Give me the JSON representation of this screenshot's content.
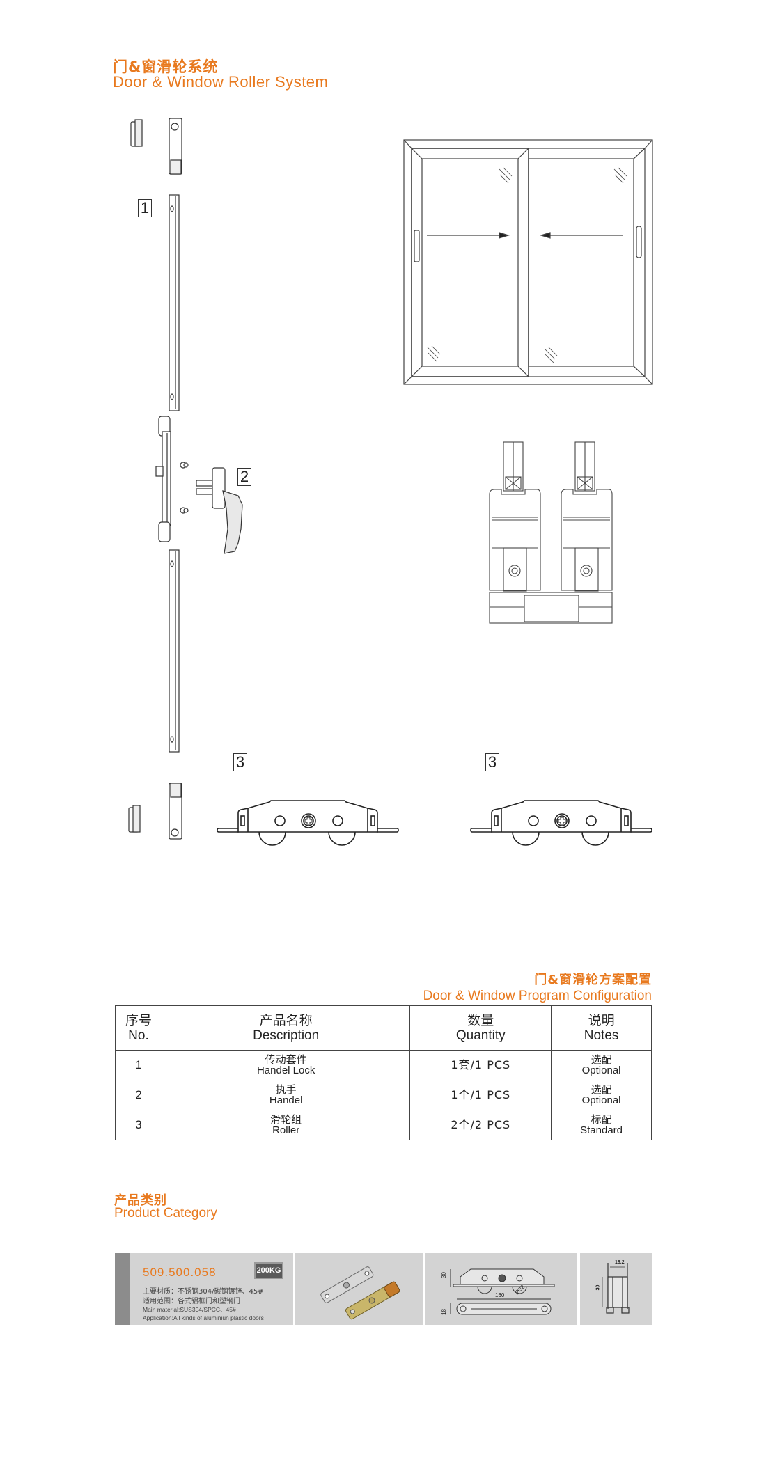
{
  "header": {
    "title_cn": "门&窗滑轮系统",
    "title_en": "Door & Window Roller System"
  },
  "diagram": {
    "callouts": [
      "1",
      "2",
      "3",
      "3"
    ]
  },
  "config": {
    "title_cn": "门&窗滑轮方案配置",
    "title_en": "Door & Window Program Configuration",
    "columns": [
      {
        "cn": "序号",
        "en": "No."
      },
      {
        "cn": "产品名称",
        "en": "Description"
      },
      {
        "cn": "数量",
        "en": "Quantity"
      },
      {
        "cn": "说明",
        "en": "Notes"
      }
    ],
    "rows": [
      {
        "no": "1",
        "name_cn": "传动套件",
        "name_en": "Handel Lock",
        "qty": "1套/1 PCS",
        "note_cn": "选配",
        "note_en": "Optional"
      },
      {
        "no": "2",
        "name_cn": "执手",
        "name_en": "Handel",
        "qty": "1个/1 PCS",
        "note_cn": "选配",
        "note_en": "Optional"
      },
      {
        "no": "3",
        "name_cn": "滑轮组",
        "name_en": "Roller",
        "qty": "2个/2 PCS",
        "note_cn": "标配",
        "note_en": "Standard"
      }
    ]
  },
  "category": {
    "title_cn": "产品类别",
    "title_en": "Product Category",
    "product": {
      "code": "509.500.058",
      "load_badge": "200KG",
      "material_cn": "主要材质：不锈钢304/碳钢镀锌、45#",
      "application_cn": "适用范围：各式铝框门和塑钢门",
      "material_en": "Main material:SUS304/SPCC、45#",
      "application_en": "Application:All kinds of aluminiun plastic doors"
    },
    "dimensions": {
      "height": "30",
      "length": "160",
      "wheel": "Ø32",
      "width": "18",
      "profile_width": "18.2",
      "profile_height": "30"
    }
  },
  "colors": {
    "accent": "#e8791e",
    "strip": "#d3d3d3",
    "strip_dark": "#8c8c8c"
  }
}
